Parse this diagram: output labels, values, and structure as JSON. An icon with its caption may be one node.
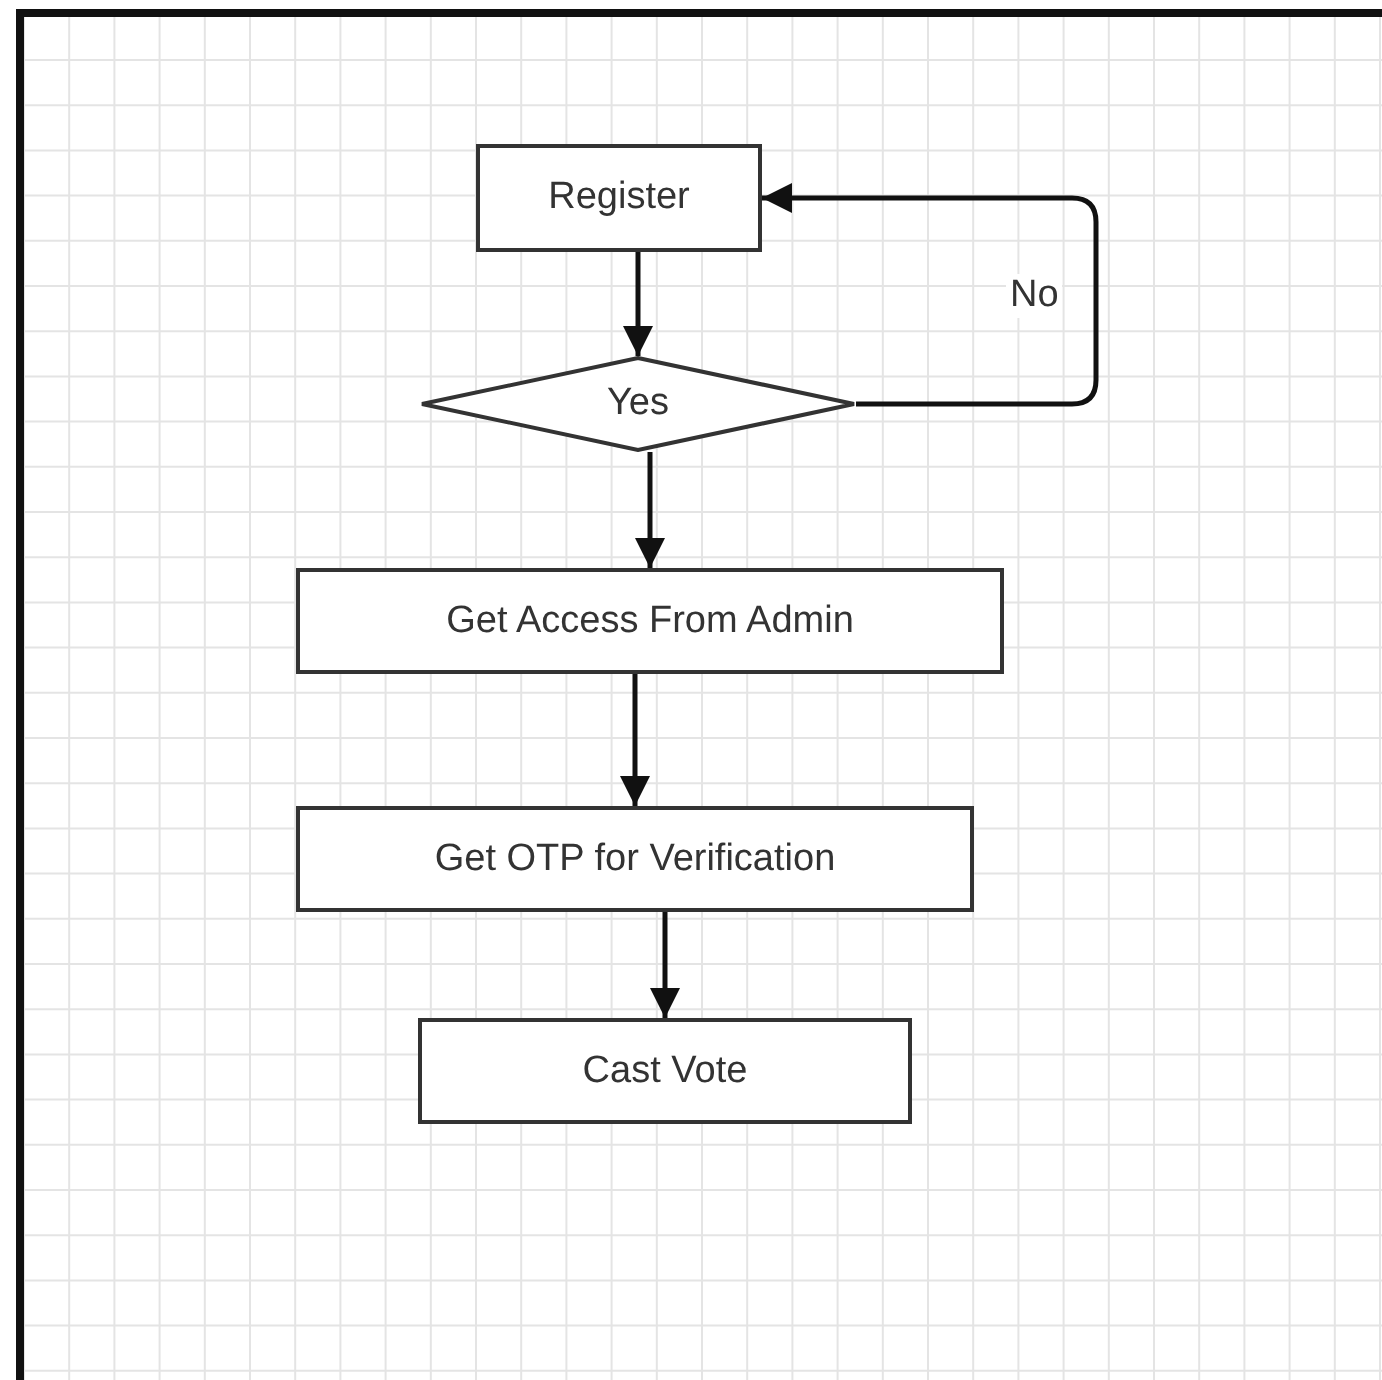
{
  "diagram": {
    "nodes": [
      {
        "text": [
          "Register"
        ]
      },
      {
        "text": [
          "Yes"
        ]
      },
      {
        "text": [
          "Get Access From Admin"
        ]
      },
      {
        "text": [
          "Get OTP for Verification"
        ]
      },
      {
        "text": [
          "Cast Vote"
        ]
      }
    ],
    "edges": [
      {
        "from": 0,
        "to": 1,
        "arrow": "to"
      },
      {
        "from": 1,
        "to": 0,
        "arrow": "to",
        "label": "No"
      },
      {
        "from": 1,
        "to": 2,
        "arrow": "to"
      },
      {
        "from": 2,
        "to": 3,
        "arrow": "to"
      },
      {
        "from": 3,
        "to": 4,
        "arrow": "to"
      }
    ]
  }
}
